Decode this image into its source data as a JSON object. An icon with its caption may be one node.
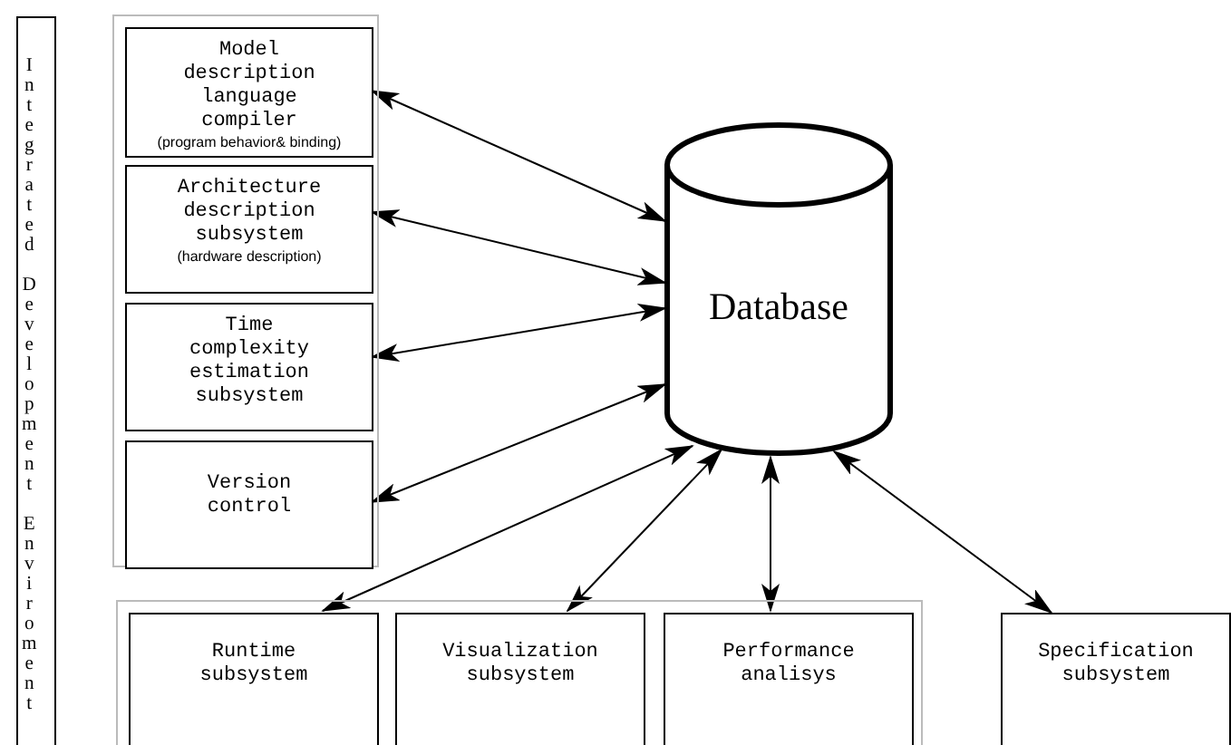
{
  "diagram": {
    "nodes": [
      {
        "text": [
          "Integrated Development Enviroment"
        ]
      },
      {
        "text": [],
        "shape": "box"
      },
      {
        "text": [
          "Model description language compiler",
          "(program behavior& binding)"
        ],
        "in": 1
      },
      {
        "text": [
          "Architecture description subsystem",
          "(hardware description)"
        ],
        "in": 1
      },
      {
        "text": [
          "Time complexity estimation subsystem"
        ],
        "in": 1
      },
      {
        "text": [
          "Version control"
        ],
        "in": 1
      },
      {
        "text": [
          "Database"
        ]
      },
      {
        "text": [],
        "shape": "box"
      },
      {
        "text": [
          "Runtime subsystem"
        ],
        "in": 7
      },
      {
        "text": [
          "Visualization subsystem"
        ],
        "in": 7
      },
      {
        "text": [
          "Performance analisys"
        ],
        "in": 7
      },
      {
        "text": [
          "Specification subsystem"
        ]
      }
    ],
    "edges": [
      {
        "from": 2,
        "to": 6,
        "arrow": "both"
      },
      {
        "from": 3,
        "to": 6,
        "arrow": "both"
      },
      {
        "from": 4,
        "to": 6,
        "arrow": "both"
      },
      {
        "from": 5,
        "to": 6,
        "arrow": "both"
      },
      {
        "from": 8,
        "to": 6,
        "arrow": "both"
      },
      {
        "from": 9,
        "to": 6,
        "arrow": "both"
      },
      {
        "from": 10,
        "to": 6,
        "arrow": "both"
      },
      {
        "from": 11,
        "to": 6,
        "arrow": "both"
      }
    ]
  }
}
